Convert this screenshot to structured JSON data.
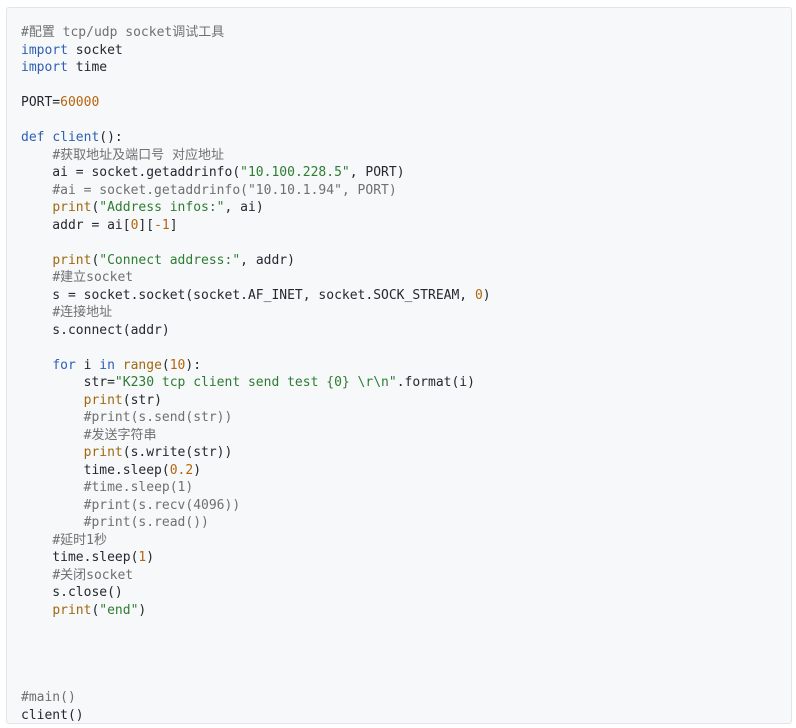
{
  "code": {
    "language": "python",
    "lines": [
      [
        {
          "t": "#配置 tcp/udp socket调试工具",
          "c": "com"
        }
      ],
      [
        {
          "t": "import",
          "c": "kw"
        },
        {
          "t": " socket",
          "c": ""
        }
      ],
      [
        {
          "t": "import",
          "c": "kw"
        },
        {
          "t": " time",
          "c": ""
        }
      ],
      [],
      [
        {
          "t": "PORT=",
          "c": ""
        },
        {
          "t": "60000",
          "c": "num"
        }
      ],
      [],
      [
        {
          "t": "def",
          "c": "kw"
        },
        {
          "t": " ",
          "c": ""
        },
        {
          "t": "client",
          "c": "fn"
        },
        {
          "t": "():",
          "c": ""
        }
      ],
      [
        {
          "t": "    ",
          "c": ""
        },
        {
          "t": "#获取地址及端口号 对应地址",
          "c": "com"
        }
      ],
      [
        {
          "t": "    ai = socket.getaddrinfo(",
          "c": ""
        },
        {
          "t": "\"10.100.228.5\"",
          "c": "str"
        },
        {
          "t": ", PORT)",
          "c": ""
        }
      ],
      [
        {
          "t": "    ",
          "c": ""
        },
        {
          "t": "#ai = socket.getaddrinfo(\"10.10.1.94\", PORT)",
          "c": "com"
        }
      ],
      [
        {
          "t": "    ",
          "c": ""
        },
        {
          "t": "print",
          "c": "bi"
        },
        {
          "t": "(",
          "c": ""
        },
        {
          "t": "\"Address infos:\"",
          "c": "str"
        },
        {
          "t": ", ai)",
          "c": ""
        }
      ],
      [
        {
          "t": "    addr = ai[",
          "c": ""
        },
        {
          "t": "0",
          "c": "num"
        },
        {
          "t": "][",
          "c": ""
        },
        {
          "t": "-1",
          "c": "num"
        },
        {
          "t": "]",
          "c": ""
        }
      ],
      [],
      [
        {
          "t": "    ",
          "c": ""
        },
        {
          "t": "print",
          "c": "bi"
        },
        {
          "t": "(",
          "c": ""
        },
        {
          "t": "\"Connect address:\"",
          "c": "str"
        },
        {
          "t": ", addr)",
          "c": ""
        }
      ],
      [
        {
          "t": "    ",
          "c": ""
        },
        {
          "t": "#建立socket",
          "c": "com"
        }
      ],
      [
        {
          "t": "    s = socket.socket(socket.AF_INET, socket.SOCK_STREAM, ",
          "c": ""
        },
        {
          "t": "0",
          "c": "num"
        },
        {
          "t": ")",
          "c": ""
        }
      ],
      [
        {
          "t": "    ",
          "c": ""
        },
        {
          "t": "#连接地址",
          "c": "com"
        }
      ],
      [
        {
          "t": "    s.connect(addr)",
          "c": ""
        }
      ],
      [],
      [
        {
          "t": "    ",
          "c": ""
        },
        {
          "t": "for",
          "c": "kw"
        },
        {
          "t": " i ",
          "c": ""
        },
        {
          "t": "in",
          "c": "kw"
        },
        {
          "t": " ",
          "c": ""
        },
        {
          "t": "range",
          "c": "bi"
        },
        {
          "t": "(",
          "c": ""
        },
        {
          "t": "10",
          "c": "num"
        },
        {
          "t": "):",
          "c": ""
        }
      ],
      [
        {
          "t": "        str=",
          "c": ""
        },
        {
          "t": "\"K230 tcp client send test {0} \\r\\n\"",
          "c": "str"
        },
        {
          "t": ".format(i)",
          "c": ""
        }
      ],
      [
        {
          "t": "        ",
          "c": ""
        },
        {
          "t": "print",
          "c": "bi"
        },
        {
          "t": "(str)",
          "c": ""
        }
      ],
      [
        {
          "t": "        ",
          "c": ""
        },
        {
          "t": "#print(s.send(str))",
          "c": "com"
        }
      ],
      [
        {
          "t": "        ",
          "c": ""
        },
        {
          "t": "#发送字符串",
          "c": "com"
        }
      ],
      [
        {
          "t": "        ",
          "c": ""
        },
        {
          "t": "print",
          "c": "bi"
        },
        {
          "t": "(s.write(str))",
          "c": ""
        }
      ],
      [
        {
          "t": "        time.sleep(",
          "c": ""
        },
        {
          "t": "0.2",
          "c": "num"
        },
        {
          "t": ")",
          "c": ""
        }
      ],
      [
        {
          "t": "        ",
          "c": ""
        },
        {
          "t": "#time.sleep(1)",
          "c": "com"
        }
      ],
      [
        {
          "t": "        ",
          "c": ""
        },
        {
          "t": "#print(s.recv(4096))",
          "c": "com"
        }
      ],
      [
        {
          "t": "        ",
          "c": ""
        },
        {
          "t": "#print(s.read())",
          "c": "com"
        }
      ],
      [
        {
          "t": "    ",
          "c": ""
        },
        {
          "t": "#延时1秒",
          "c": "com"
        }
      ],
      [
        {
          "t": "    time.sleep(",
          "c": ""
        },
        {
          "t": "1",
          "c": "num"
        },
        {
          "t": ")",
          "c": ""
        }
      ],
      [
        {
          "t": "    ",
          "c": ""
        },
        {
          "t": "#关闭socket",
          "c": "com"
        }
      ],
      [
        {
          "t": "    s.close()",
          "c": ""
        }
      ],
      [
        {
          "t": "    ",
          "c": ""
        },
        {
          "t": "print",
          "c": "bi"
        },
        {
          "t": "(",
          "c": ""
        },
        {
          "t": "\"end\"",
          "c": "str"
        },
        {
          "t": ")",
          "c": ""
        }
      ],
      [],
      [],
      [],
      [],
      [
        {
          "t": "#main()",
          "c": "com"
        }
      ],
      [
        {
          "t": "client()",
          "c": ""
        }
      ]
    ]
  },
  "colors": {
    "background": "#f6f8fa",
    "border": "#e1e4e8",
    "text": "#24292e",
    "keyword": "#2f5fb3",
    "builtin": "#a0690f",
    "string": "#2e7d32",
    "number": "#b5650d",
    "comment": "#707070"
  }
}
